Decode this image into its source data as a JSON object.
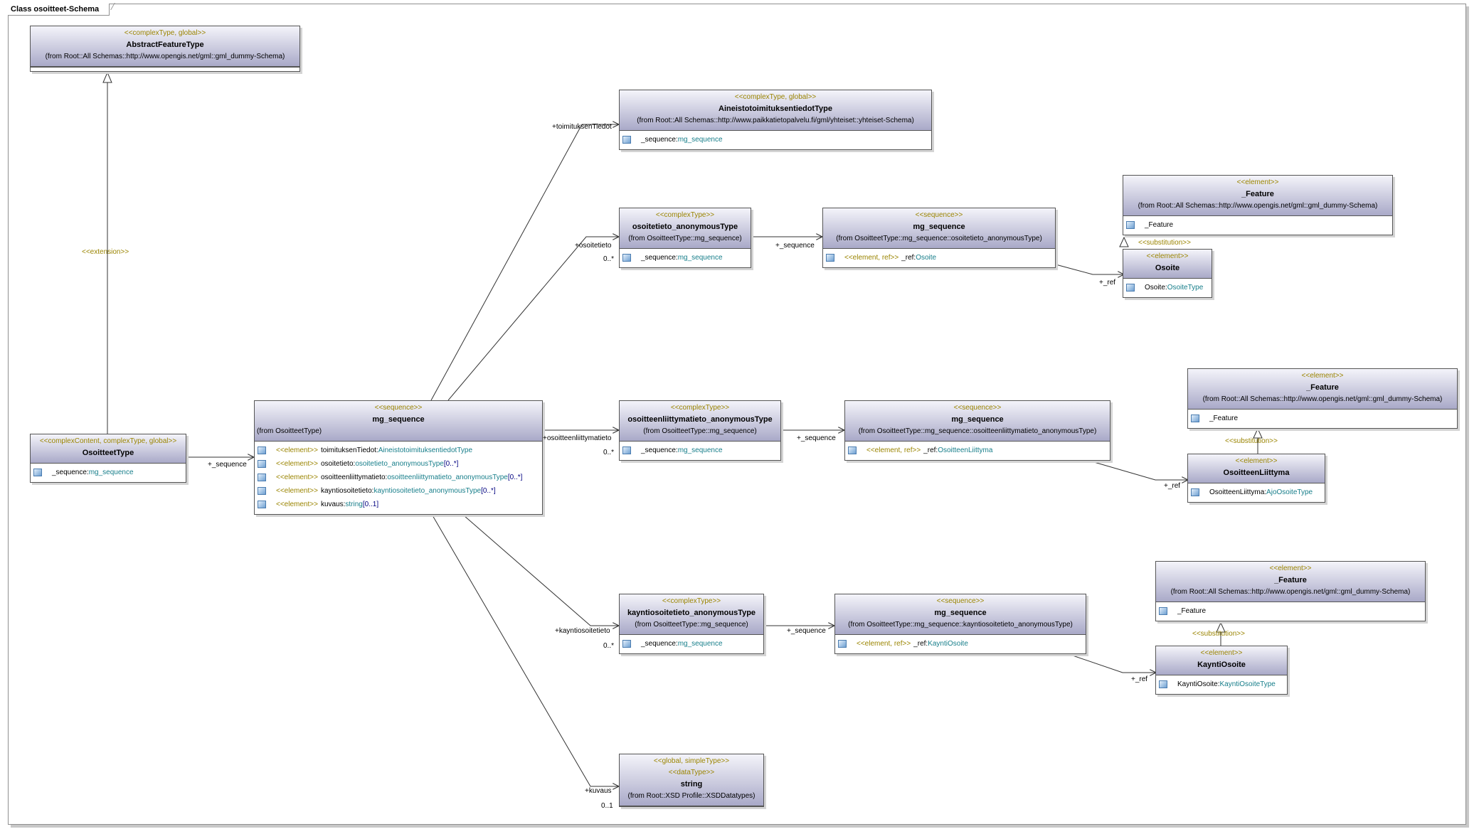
{
  "frame_title": "Class osoitteet-Schema",
  "classes": {
    "abstract_feature": {
      "stereotype": "<<complexType, global>>",
      "name": "AbstractFeatureType",
      "from": "(from Root::All Schemas::http://www.opengis.net/gml::gml_dummy-Schema)"
    },
    "osoitteet_type": {
      "stereotype": "<<complexContent, complexType, global>>",
      "name": "OsoitteetType",
      "attr_name": "_sequence:",
      "attr_type": "mg_sequence"
    },
    "main_sequence": {
      "stereotype": "<<sequence>>",
      "name": "mg_sequence",
      "from": "(from OsoitteetType)",
      "attrs": [
        {
          "stereo": "<<element>>",
          "name": "toimituksenTiedot:",
          "type": "AineistotoimituksentiedotType",
          "mult": ""
        },
        {
          "stereo": "<<element>>",
          "name": "osoitetieto:",
          "type": "osoitetieto_anonymousType",
          "mult": "[0..*]"
        },
        {
          "stereo": "<<element>>",
          "name": "osoitteenliittymatieto:",
          "type": "osoitteenliittymatieto_anonymousType",
          "mult": "[0..*]"
        },
        {
          "stereo": "<<element>>",
          "name": "kayntiosoitetieto:",
          "type": "kayntiosoitetieto_anonymousType",
          "mult": "[0..*]"
        },
        {
          "stereo": "<<element>>",
          "name": "kuvaus:",
          "type": "string",
          "mult": "[0..1]"
        }
      ]
    },
    "aineisto": {
      "stereotype": "<<complexType, global>>",
      "name": "AineistotoimituksentiedotType",
      "from": "(from Root::All Schemas::http://www.paikkatietopalvelu.fi/gml/yhteiset::yhteiset-Schema)",
      "attr_name": "_sequence:",
      "attr_type": "mg_sequence"
    },
    "osoitetieto": {
      "stereotype": "<<complexType>>",
      "name": "osoitetieto_anonymousType",
      "from": "(from OsoitteetType::mg_sequence)",
      "attr_name": "_sequence:",
      "attr_type": "mg_sequence"
    },
    "seq_osoitetieto": {
      "stereotype": "<<sequence>>",
      "name": "mg_sequence",
      "from": "(from OsoitteetType::mg_sequence::osoitetieto_anonymousType)",
      "attr_stereo": "<<element, ref>>",
      "attr_name": "_ref:",
      "attr_type": "Osoite"
    },
    "feature1": {
      "stereotype": "<<element>>",
      "name": "_Feature",
      "from": "(from Root::All Schemas::http://www.opengis.net/gml::gml_dummy-Schema)",
      "attr_name": "_Feature"
    },
    "osoite": {
      "stereotype": "<<element>>",
      "name": "Osoite",
      "attr_name": "Osoite:",
      "attr_type": "OsoiteType"
    },
    "liittyma": {
      "stereotype": "<<complexType>>",
      "name": "osoitteenliittymatieto_anonymousType",
      "from": "(from OsoitteetType::mg_sequence)",
      "attr_name": "_sequence:",
      "attr_type": "mg_sequence"
    },
    "seq_liittyma": {
      "stereotype": "<<sequence>>",
      "name": "mg_sequence",
      "from": "(from OsoitteetType::mg_sequence::osoitteenliittymatieto_anonymousType)",
      "attr_stereo": "<<element, ref>>",
      "attr_name": "_ref:",
      "attr_type": "OsoitteenLiittyma"
    },
    "feature2": {
      "stereotype": "<<element>>",
      "name": "_Feature",
      "from": "(from Root::All Schemas::http://www.opengis.net/gml::gml_dummy-Schema)",
      "attr_name": "_Feature"
    },
    "osoitteen_liittyma": {
      "stereotype": "<<element>>",
      "name": "OsoitteenLiittyma",
      "attr_name": "OsoitteenLiittyma:",
      "attr_type": "AjoOsoiteType"
    },
    "kaynti": {
      "stereotype": "<<complexType>>",
      "name": "kayntiosoitetieto_anonymousType",
      "from": "(from OsoitteetType::mg_sequence)",
      "attr_name": "_sequence:",
      "attr_type": "mg_sequence"
    },
    "seq_kaynti": {
      "stereotype": "<<sequence>>",
      "name": "mg_sequence",
      "from": "(from OsoitteetType::mg_sequence::kayntiosoitetieto_anonymousType)",
      "attr_stereo": "<<element, ref>>",
      "attr_name": "_ref:",
      "attr_type": "KayntiOsoite"
    },
    "feature3": {
      "stereotype": "<<element>>",
      "name": "_Feature",
      "from": "(from Root::All Schemas::http://www.opengis.net/gml::gml_dummy-Schema)",
      "attr_name": "_Feature"
    },
    "kaynti_osoite": {
      "stereotype": "<<element>>",
      "name": "KayntiOsoite",
      "attr_name": "KayntiOsoite:",
      "attr_type": "KayntiOsoiteType"
    },
    "string_type": {
      "stereotype1": "<<global, simpleType>>",
      "stereotype2": "<<dataType>>",
      "name": "string",
      "from": "(from Root::XSD Profile::XSDDatatypes)"
    }
  },
  "labels": {
    "extension": "<<extension>>",
    "seq_main": "+_sequence",
    "toimituksen": "+toimituksenTiedot",
    "osoitetieto_role": "+osoitetieto",
    "osoitetieto_mult": "0..*",
    "seq_osoitetieto": "+_sequence",
    "ref1": "+_ref",
    "subst1": "<<substitution>>",
    "liittyma_role": "+osoitteenliittymatieto",
    "liittyma_mult": "0..*",
    "seq_liittyma": "+_sequence",
    "ref2": "+_ref",
    "subst2": "<<substitution>>",
    "kaynti_role": "+kayntiosoitetieto",
    "kaynti_mult": "0..*",
    "seq_kaynti": "+_sequence",
    "ref3": "+_ref",
    "subst3": "<<substitution>>",
    "kuvaus_role": "+kuvaus",
    "kuvaus_mult": "0..1"
  },
  "icons": {
    "attribute": "attribute-icon"
  }
}
